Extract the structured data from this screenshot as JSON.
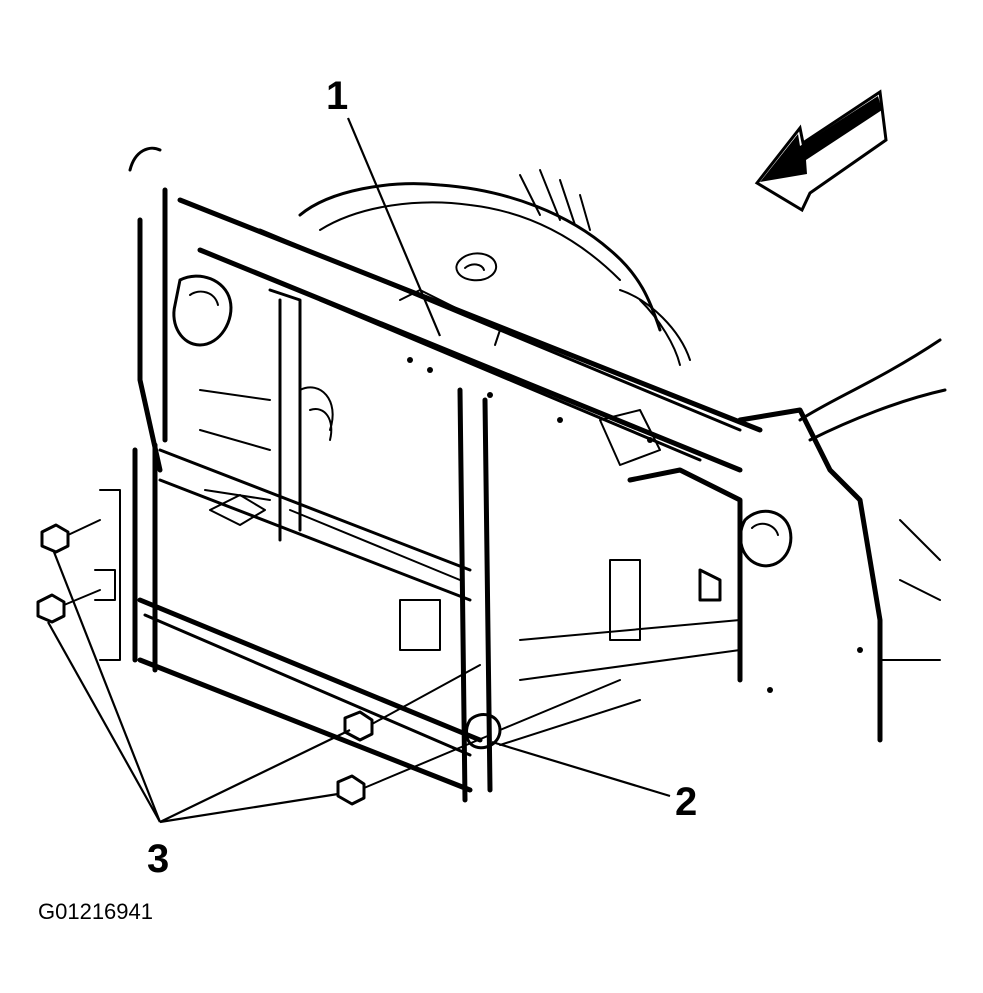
{
  "callouts": {
    "frame_support": "1",
    "bracket": "2",
    "bolts": "3"
  },
  "figure_id": "G01216941",
  "icons": {
    "direction": "front-direction-arrow-icon"
  },
  "colors": {
    "ink": "#000000",
    "paper": "#ffffff"
  }
}
